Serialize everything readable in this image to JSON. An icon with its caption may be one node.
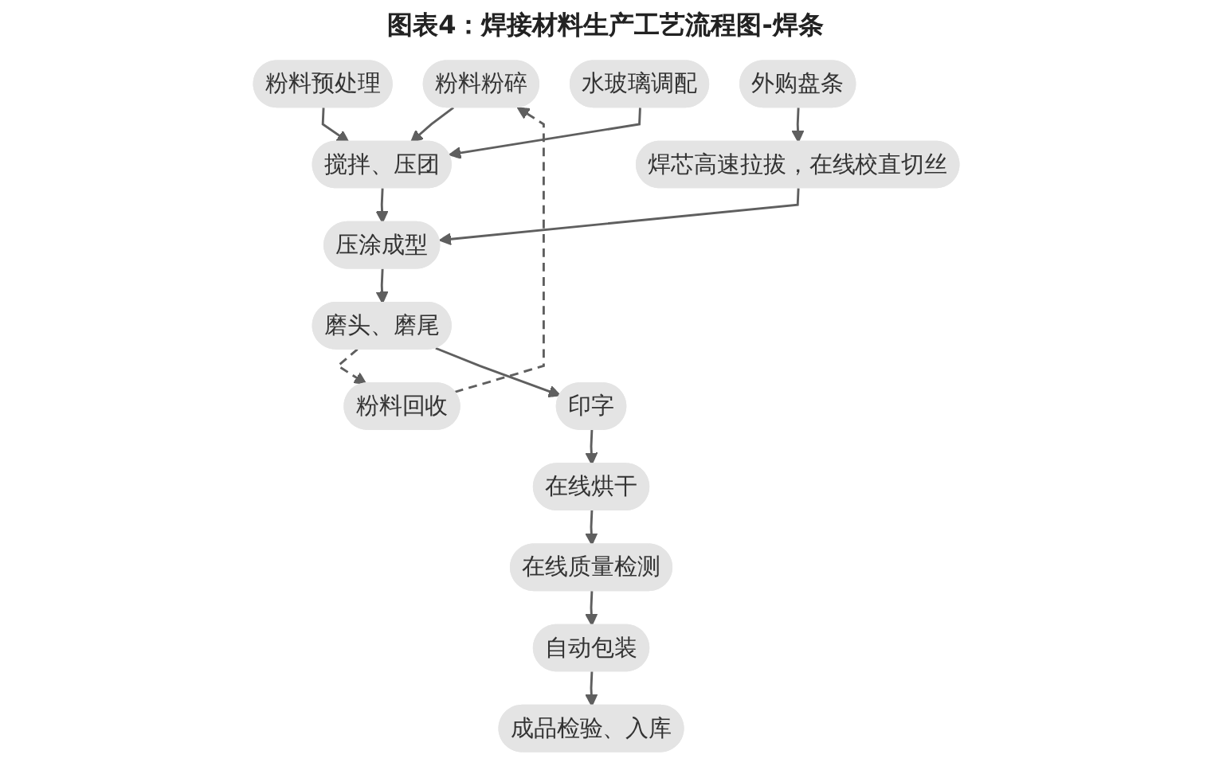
{
  "diagram": {
    "title": "图表4：焊接材料生产工艺流程图-焊条",
    "nodes": [
      {
        "text": [
          "粉料粉碎"
        ]
      },
      {
        "text": [
          "粉料回收"
        ]
      },
      {
        "text": [
          "粉料预处理"
        ]
      },
      {
        "text": [
          "搅拌、压团"
        ]
      },
      {
        "text": [
          "水玻璃调配"
        ]
      },
      {
        "text": [
          "压涂成型"
        ]
      },
      {
        "text": [
          "外购盘条"
        ]
      },
      {
        "text": [
          "焊芯高速拉拔，在线校直切丝"
        ]
      },
      {
        "text": [
          "磨头、磨尾"
        ]
      },
      {
        "text": [
          "印字"
        ]
      },
      {
        "text": [
          "成品检验、入库"
        ]
      },
      {
        "text": [
          "自动包装"
        ]
      },
      {
        "text": [
          "在线质量检测"
        ]
      },
      {
        "text": [
          "在线烘干"
        ]
      }
    ],
    "edges": [
      {
        "from": 1,
        "to": 0,
        "arrow": "to",
        "style": "dashed"
      },
      {
        "from": 8,
        "to": 1,
        "arrow": "to",
        "style": "dashed"
      },
      {
        "from": 0,
        "to": 3,
        "arrow": "to"
      },
      {
        "from": 2,
        "to": 3,
        "arrow": "to"
      },
      {
        "from": 4,
        "to": 3,
        "arrow": "to"
      },
      {
        "from": 3,
        "to": 5,
        "arrow": "to"
      },
      {
        "from": 6,
        "to": 7,
        "arrow": "to"
      },
      {
        "from": 7,
        "to": 5,
        "arrow": "to"
      },
      {
        "from": 5,
        "to": 8,
        "arrow": "to"
      },
      {
        "from": 8,
        "to": 9,
        "arrow": "to"
      },
      {
        "from": 9,
        "to": 13,
        "arrow": "to"
      },
      {
        "from": 13,
        "to": 12,
        "arrow": "to"
      },
      {
        "from": 12,
        "to": 11,
        "arrow": "to"
      },
      {
        "from": 11,
        "to": 10,
        "arrow": "to"
      }
    ]
  }
}
